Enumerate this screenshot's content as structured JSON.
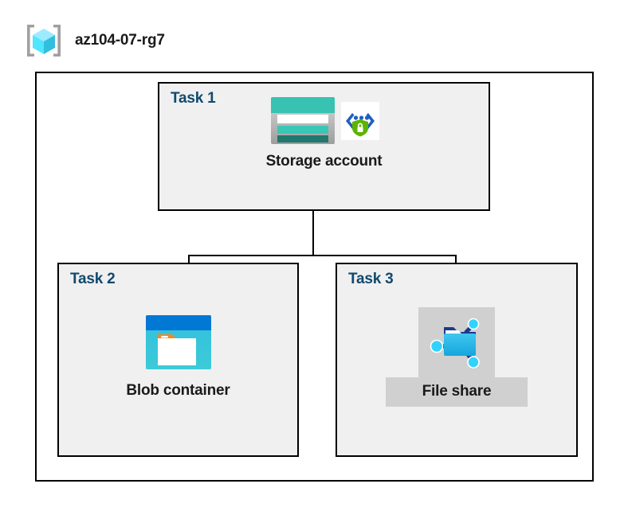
{
  "diagram": {
    "type": "azure-architecture",
    "resource_group": {
      "name": "az104-07-rg7",
      "icon": "resource-group-icon"
    },
    "tasks": [
      {
        "id": "task1",
        "label": "Task 1",
        "node": {
          "caption": "Storage account",
          "icons": [
            "storage-account-icon",
            "secure-endpoint-icon"
          ],
          "highlighted": false
        }
      },
      {
        "id": "task2",
        "label": "Task 2",
        "node": {
          "caption": "Blob container",
          "icons": [
            "blob-container-icon"
          ],
          "highlighted": false
        }
      },
      {
        "id": "task3",
        "label": "Task 3",
        "node": {
          "caption": "File share",
          "icons": [
            "file-share-icon"
          ],
          "highlighted": true
        }
      }
    ],
    "connections": [
      {
        "from": "Storage account",
        "to": "Blob container"
      },
      {
        "from": "Storage account",
        "to": "File share"
      }
    ],
    "colors": {
      "task_label": "#11496e",
      "caption": "#1a1a1a",
      "box_border": "#000000",
      "task_box_fill": "#f0f0f0",
      "resource_group_fill": "#ffffff",
      "highlight_fill": "#d0d0d0",
      "storage_teal": "#37c2b1",
      "storage_teal_dark": "#1f7a6f",
      "blob_blue": "#0078d4",
      "blob_cyan": "#32bedd",
      "blob_orange": "#f08b22",
      "fileshare_blue": "#32bedd",
      "shield_green": "#5db300",
      "cube_cyan": "#50e6ff"
    }
  }
}
